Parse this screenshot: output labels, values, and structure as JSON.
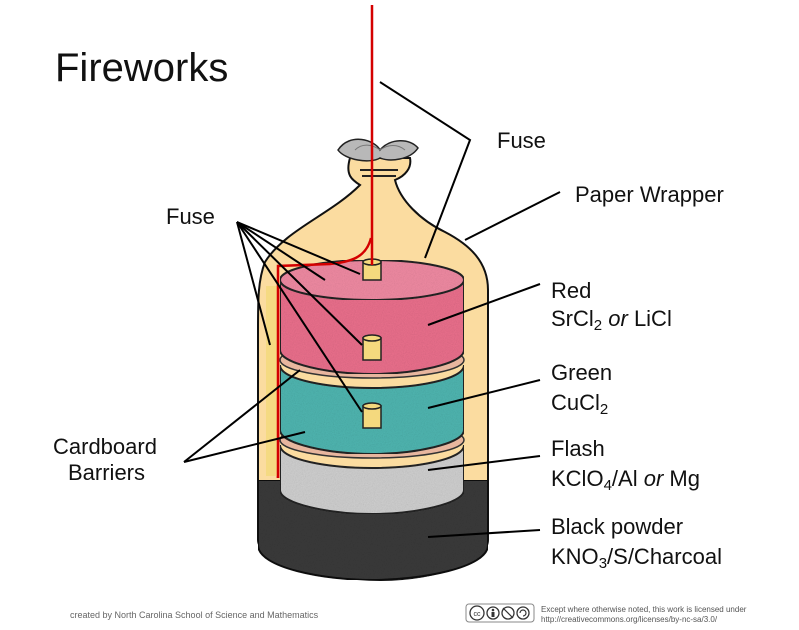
{
  "title": "Fireworks",
  "labels": {
    "fuse_top": "Fuse",
    "paper_wrapper": "Paper Wrapper",
    "fuse_left": "Fuse",
    "red": {
      "name": "Red",
      "formula_a": "SrCl",
      "sub_a": "2",
      "or": "or",
      "formula_b": "LiCl"
    },
    "green": {
      "name": "Green",
      "formula": "CuCl",
      "sub": "2"
    },
    "flash": {
      "name": "Flash",
      "formula_a": "KClO",
      "sub_a": "4",
      "rest": "/Al",
      "or": "or",
      "formula_b": "Mg"
    },
    "black": {
      "name": "Black powder",
      "formula_a": "KNO",
      "sub_a": "3",
      "rest": "/S/Charcoal"
    },
    "cardboard_1": "Cardboard",
    "cardboard_2": "Barriers"
  },
  "footer": {
    "credit": "created by North Carolina School of Science and Mathematics",
    "license_line1": "Except where otherwise noted, this work is licensed under",
    "license_line2": "http://creativecommons.org/licenses/by-nc-sa/3.0/",
    "cc_text": "cc"
  },
  "colors": {
    "wrapper": "#fbdca0",
    "fuse": "#d40000",
    "red_layer": "#ea6f8c",
    "green_layer": "#4fb5b0",
    "flash_layer": "#cfcfcf",
    "black_layer": "#3a3a3a",
    "barrier": "#e8b69e",
    "fuse_tube": "#f4d97e"
  }
}
